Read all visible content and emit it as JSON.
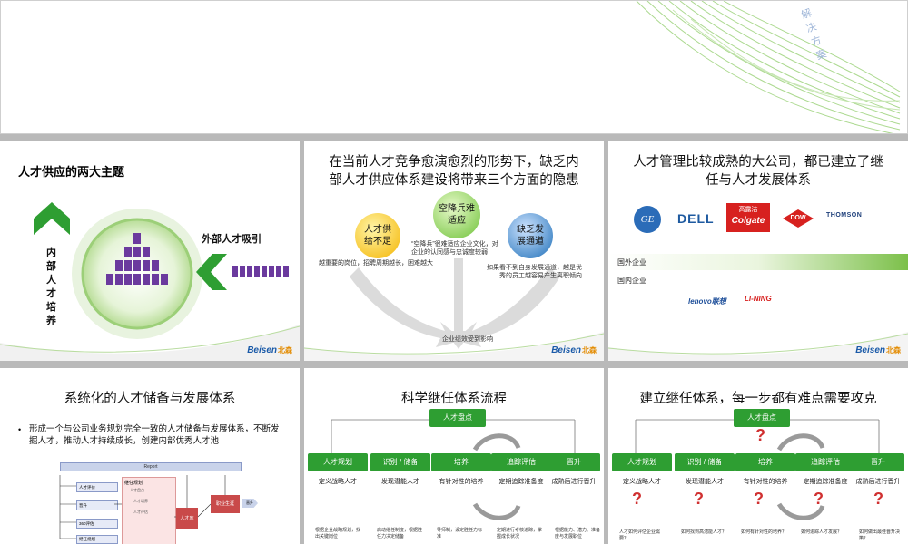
{
  "top_slide": {
    "watermark": "解决方案"
  },
  "slide1": {
    "title": "人才供应的两大主题",
    "left_label": "内部人才培养",
    "right_label": "外部人才吸引"
  },
  "slide2": {
    "title": "在当前人才竞争愈演愈烈的形势下，缺乏内部人才供应体系建设将带来三个方面的隐患",
    "bubble1": "人才供给不足",
    "bubble2": "空降兵难适应",
    "bubble3": "缺乏发展通道",
    "note1": "越重要的岗位，招聘周期越长，困难越大",
    "note2": "“空降兵”很难适应企业文化，对企业的认同感与忠诚度较弱",
    "note3": "如果看不到自身发展通道，越是优秀的员工越容易产生离职倾向",
    "bottom": "企业绩效受到影响"
  },
  "slide3": {
    "title": "人才管理比较成熟的大公司，都已建立了继任与人才发展体系",
    "logos_foreign": [
      "GE",
      "DELL",
      "Colgate",
      "DOW",
      "THOMSON"
    ],
    "colgate_cn": "高露洁",
    "foreign_label": "国外企业",
    "domestic_label": "国内企业",
    "logos_domestic": [
      "lenovo联想",
      "LI-NING"
    ]
  },
  "slide4": {
    "title": "系统化的人才储备与发展体系",
    "bullet": "形成一个与公司业务规划完全一致的人才储备与发展体系，不断发掘人才，推动人才持续成长，创建内部优秀人才池",
    "diag_report": "Report",
    "diag_left": [
      "人才评价",
      "晋升",
      "360评估",
      "继任规划"
    ],
    "diag_box1": "继任规划",
    "diag_box2": "人才库",
    "diag_box3": "职业生涯",
    "diag_sub": [
      "人才盘点",
      "人才培养",
      "人才评估"
    ],
    "diag_right": "晋升"
  },
  "slide5": {
    "title": "科学继任体系流程",
    "top": "人才盘点",
    "steps": [
      "人才规划",
      "识别 / 储备",
      "培养",
      "追踪评估",
      "晋升"
    ],
    "subs": [
      "定义战略人才",
      "发现潜能人才",
      "有针对性的培养",
      "定期追踪准备度",
      "成熟后进行晋升"
    ],
    "bullets": [
      "根据企业战略规划，找出关键岗位",
      "启动继任制度，根据胜任力决定储备",
      "导师制，设定胜任力标准",
      "定期进行考核追踪，掌握成长状况",
      "根据能力、潜力、准备度与发展职位"
    ]
  },
  "slide6": {
    "title": "建立继任体系，每一步都有难点需要攻克",
    "top": "人才盘点",
    "steps": [
      "人才规划",
      "识别 / 储备",
      "培养",
      "追踪评估",
      "晋升"
    ],
    "subs": [
      "定义战略人才",
      "发现潜能人才",
      "有针对性的培养",
      "定期追踪准备度",
      "成熟后进行晋升"
    ],
    "bullets": [
      "人才如何评估企业需要？",
      "如何找到高潜能人才？",
      "如何有针对性的培养？",
      "如何追踪人才发展？",
      "如何做出最佳晋升决策？"
    ]
  },
  "logo": {
    "name": "Beisen",
    "cn": "北森"
  },
  "colors": {
    "green": "#2e9e32",
    "light_green": "#8fc66a",
    "purple": "#6b3a9e",
    "yellow": "#f4b400",
    "blue": "#1e6fb8"
  }
}
